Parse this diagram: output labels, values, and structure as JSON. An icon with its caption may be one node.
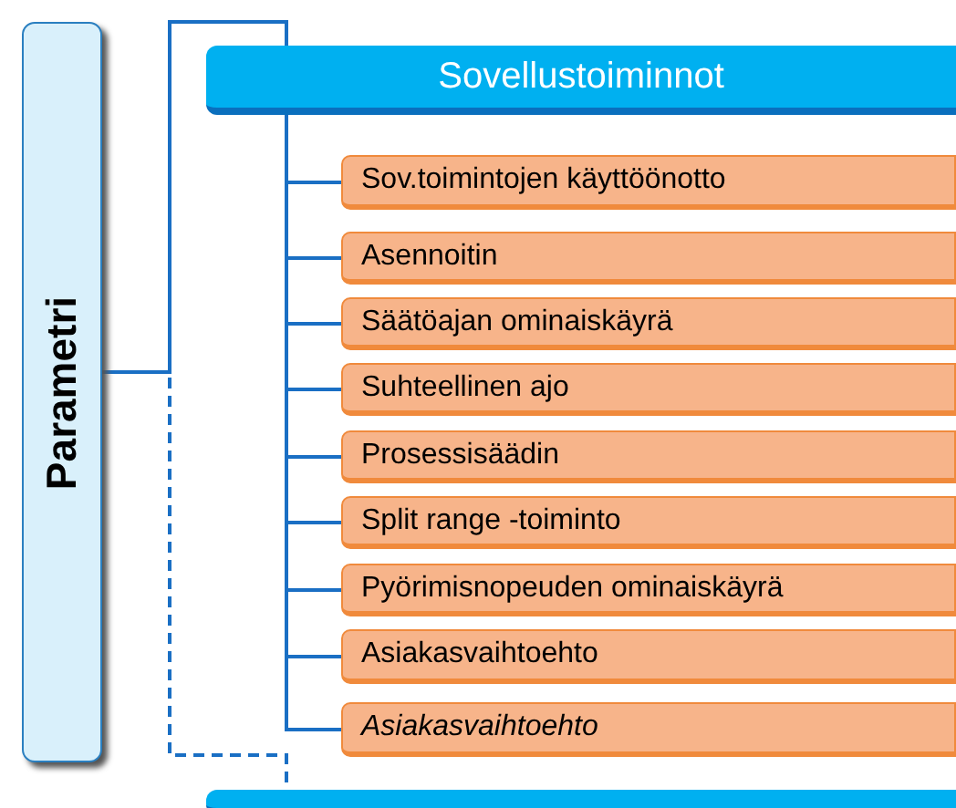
{
  "diagram": {
    "nodes": [
      {
        "text": [
          "Parametri"
        ]
      },
      {
        "text": [
          "Sovellustoiminnot"
        ]
      },
      {
        "text": [
          "Sov.toimintojen käyttöönotto"
        ]
      },
      {
        "text": [
          "Asennoitin"
        ]
      },
      {
        "text": [
          "Säätöajan ominaiskäyrä"
        ]
      },
      {
        "text": [
          "Suhteellinen ajo"
        ]
      },
      {
        "text": [
          "Prosessisäädin"
        ]
      },
      {
        "text": [
          "Split range -toiminto"
        ]
      },
      {
        "text": [
          "Pyörimisnopeuden ominaiskäyrä"
        ]
      },
      {
        "text": [
          "Asiakasvaihtoehto"
        ]
      },
      {
        "text": [
          "Asiakasvaihtoehto"
        ]
      },
      {
        "text": [],
        "shape": "box"
      }
    ],
    "edges": [
      {
        "from": 0,
        "to": 1,
        "arrow": "none"
      },
      {
        "from": 1,
        "to": 2,
        "arrow": "none"
      },
      {
        "from": 1,
        "to": 3,
        "arrow": "none"
      },
      {
        "from": 1,
        "to": 4,
        "arrow": "none"
      },
      {
        "from": 1,
        "to": 5,
        "arrow": "none"
      },
      {
        "from": 1,
        "to": 6,
        "arrow": "none"
      },
      {
        "from": 1,
        "to": 7,
        "arrow": "none"
      },
      {
        "from": 1,
        "to": 8,
        "arrow": "none"
      },
      {
        "from": 1,
        "to": 9,
        "arrow": "none"
      },
      {
        "from": 1,
        "to": 10,
        "arrow": "none"
      },
      {
        "from": 0,
        "to": 11,
        "arrow": "none",
        "style": "dashed"
      }
    ]
  }
}
